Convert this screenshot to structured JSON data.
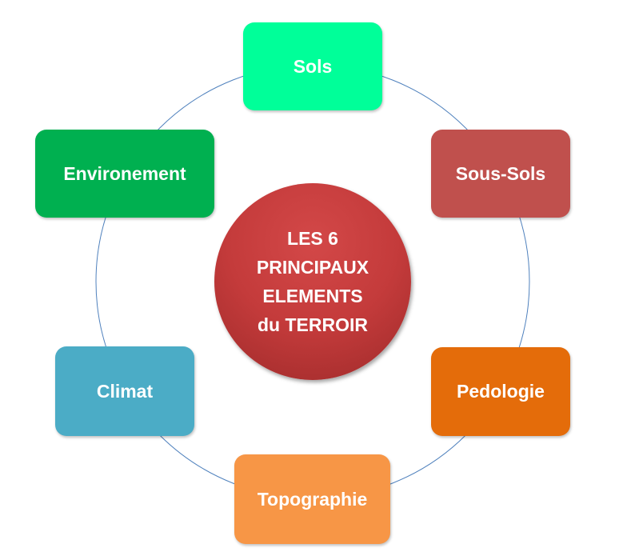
{
  "center": {
    "lines": [
      "LES 6",
      "PRINCIPAUX",
      "ELEMENTS",
      "du TERROIR"
    ],
    "color": "#C43B3B"
  },
  "elements": [
    {
      "label": "Sols",
      "color": "#00FF99"
    },
    {
      "label": "Sous-Sols",
      "color": "#C0504D"
    },
    {
      "label": "Pedologie",
      "color": "#E46C0A"
    },
    {
      "label": "Topographie",
      "color": "#F79646"
    },
    {
      "label": "Climat",
      "color": "#4BACC6"
    },
    {
      "label": "Environement",
      "color": "#00B050"
    }
  ]
}
